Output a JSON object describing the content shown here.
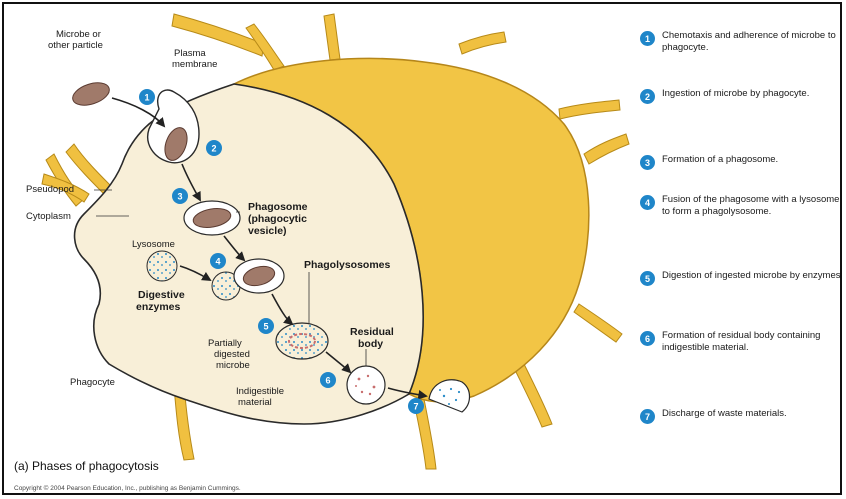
{
  "labels": {
    "microbe": [
      "Microbe or",
      "other particle"
    ],
    "plasma_membrane": [
      "Plasma",
      "membrane"
    ],
    "pseudopod": "Pseudopod",
    "cytoplasm": "Cytoplasm",
    "phagosome": [
      "Phagosome",
      "(phagocytic",
      "vesicle)"
    ],
    "lysosome": "Lysosome",
    "phagolysosomes": "Phagolysosomes",
    "digestive_enzymes": [
      "Digestive",
      "enzymes"
    ],
    "partially_digested": [
      "Partially",
      "digested",
      "microbe"
    ],
    "residual_body": [
      "Residual",
      "body"
    ],
    "phagocyte": "Phagocyte",
    "indigestible": [
      "Indigestible",
      "material"
    ]
  },
  "step_numbers": [
    "1",
    "2",
    "3",
    "4",
    "5",
    "6",
    "7"
  ],
  "legend": [
    {
      "num": "1",
      "text": "Chemotaxis and adherence of microbe to phagocyte."
    },
    {
      "num": "2",
      "text": "Ingestion of microbe by phagocyte."
    },
    {
      "num": "3",
      "text": "Formation of a phagosome."
    },
    {
      "num": "4",
      "text": "Fusion of the phagosome with a lysosome to form a phagolysosome."
    },
    {
      "num": "5",
      "text": "Digestion of ingested microbe by enzymes."
    },
    {
      "num": "6",
      "text": "Formation of residual body containing indigestible material."
    },
    {
      "num": "7",
      "text": "Discharge of waste materials."
    }
  ],
  "caption": "(a) Phases of phagocytosis",
  "copyright": "Copyright © 2004 Pearson Education, Inc., publishing as Benjamin Cummings.",
  "colors": {
    "cell_fill": "#f7efd9",
    "outer_surface": "#f0c040",
    "outline": "#2a2a2a",
    "badge": "#1f86c9",
    "microbe": "#a07a6a",
    "lysosome_dots": "#2a8cc8"
  }
}
